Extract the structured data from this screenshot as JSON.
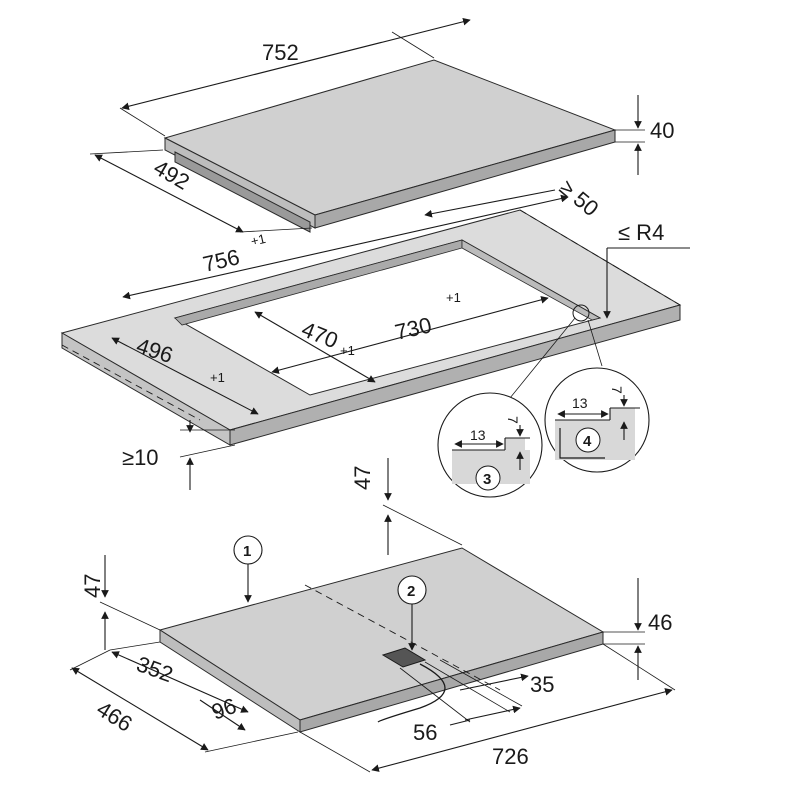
{
  "hob_top": {
    "width": "752",
    "depth": "492",
    "height": "40"
  },
  "cutout": {
    "length": "756",
    "length_tol": "+1",
    "width_front": "496",
    "width_front_tol": "+1",
    "inner_width": "470",
    "inner_width_tol": "+1",
    "inner_length": "730",
    "inner_length_tol": "+1",
    "min_clearance_rear": "≥ 50",
    "corner_radius": "≤ R4",
    "min_clearance_front": "≥10"
  },
  "details": {
    "detail_3": {
      "num": "3",
      "w": "13",
      "h": "7"
    },
    "detail_4": {
      "num": "4",
      "w": "13",
      "h": "7"
    }
  },
  "underside": {
    "callout_1": "1",
    "callout_2": "2",
    "height_top": "47",
    "height_left": "47",
    "height_right": "46",
    "depth_352": "352",
    "depth_466": "466",
    "offset_96": "96",
    "offset_56": "56",
    "offset_35": "35",
    "length_726": "726"
  }
}
